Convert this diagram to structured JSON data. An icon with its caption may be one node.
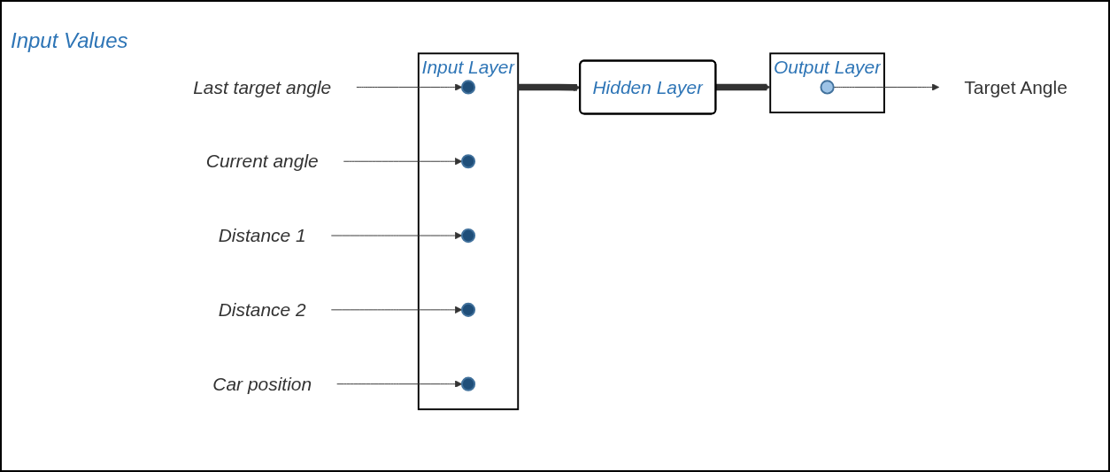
{
  "diagram": {
    "nodes": [
      {
        "text": [
          "Last target angle"
        ]
      },
      {
        "text": [
          "Current angle"
        ]
      },
      {
        "text": [
          "Distance 1"
        ]
      },
      {
        "text": [
          "Distance 2"
        ]
      },
      {
        "text": [
          "Car position"
        ]
      },
      {
        "text": [
          "Input Layer"
        ]
      },
      {
        "text": [],
        "shape": "circle",
        "in": 5
      },
      {
        "text": [],
        "shape": "circle",
        "in": 5
      },
      {
        "text": [],
        "shape": "circle",
        "in": 5
      },
      {
        "text": [],
        "shape": "circle",
        "in": 5
      },
      {
        "text": [],
        "shape": "circle",
        "in": 5
      },
      {
        "text": [
          "Hidden Layer"
        ]
      },
      {
        "text": [
          "Output Layer"
        ]
      },
      {
        "text": [],
        "shape": "circle",
        "in": 12
      },
      {
        "text": [
          "Target Angle"
        ]
      }
    ],
    "edges": [
      {
        "from": 0,
        "to": 6,
        "arrow": "to"
      },
      {
        "from": 1,
        "to": 7,
        "arrow": "to"
      },
      {
        "from": 2,
        "to": 8,
        "arrow": "to"
      },
      {
        "from": 3,
        "to": 9,
        "arrow": "to"
      },
      {
        "from": 4,
        "to": 10,
        "arrow": "to"
      },
      {
        "from": 5,
        "to": 11,
        "arrow": "to",
        "style": "thick"
      },
      {
        "from": 11,
        "to": 12,
        "arrow": "to",
        "style": "thick"
      },
      {
        "from": 13,
        "to": 14,
        "arrow": "to"
      }
    ],
    "labels": [
      "Input Values"
    ]
  }
}
